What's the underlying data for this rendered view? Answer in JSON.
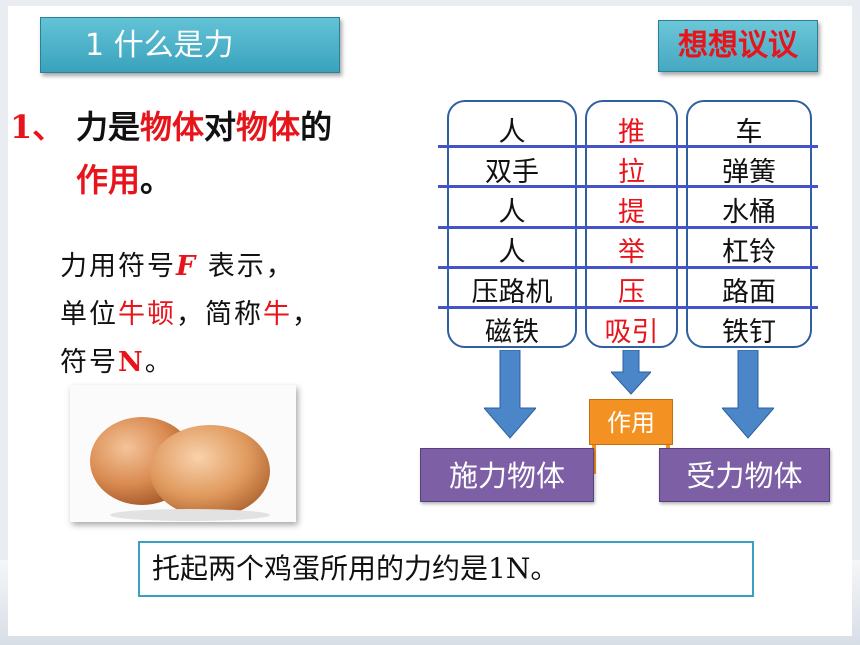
{
  "title": "1 什么是力",
  "discuss_label": "想想议议",
  "definition": {
    "number": "1、",
    "part1": "力是",
    "part2": "物体",
    "part3": "对",
    "part4": "物体",
    "part5": "的",
    "part6": "作用",
    "part7": "。"
  },
  "symbol_info": {
    "line1_a": "力用符号",
    "line1_b": "F",
    "line1_c": " 表示，",
    "line2_a": "单位",
    "line2_b": "牛顿",
    "line2_c": "，简称",
    "line2_d": "牛",
    "line2_e": "，",
    "line3_a": "符号",
    "line3_b": "N",
    "line3_c": "。"
  },
  "table": {
    "agents": [
      "人",
      "双手",
      "人",
      "人",
      "压路机",
      "磁铁"
    ],
    "actions": [
      "推",
      "拉",
      "提",
      "举",
      "压",
      "吸引"
    ],
    "receivers": [
      "车",
      "弹簧",
      "水桶",
      "杠铃",
      "路面",
      "铁钉"
    ]
  },
  "labels": {
    "exerting": "施力物体",
    "action": "作用",
    "receiving": "受力物体"
  },
  "note": "托起两个鸡蛋所用的力约是1N。",
  "colors": {
    "accent_red": "#e8141b",
    "title_teal": "#3aa2bd",
    "purple": "#7d5fa6",
    "orange": "#f39223",
    "arrow_blue": "#4a86c8"
  }
}
